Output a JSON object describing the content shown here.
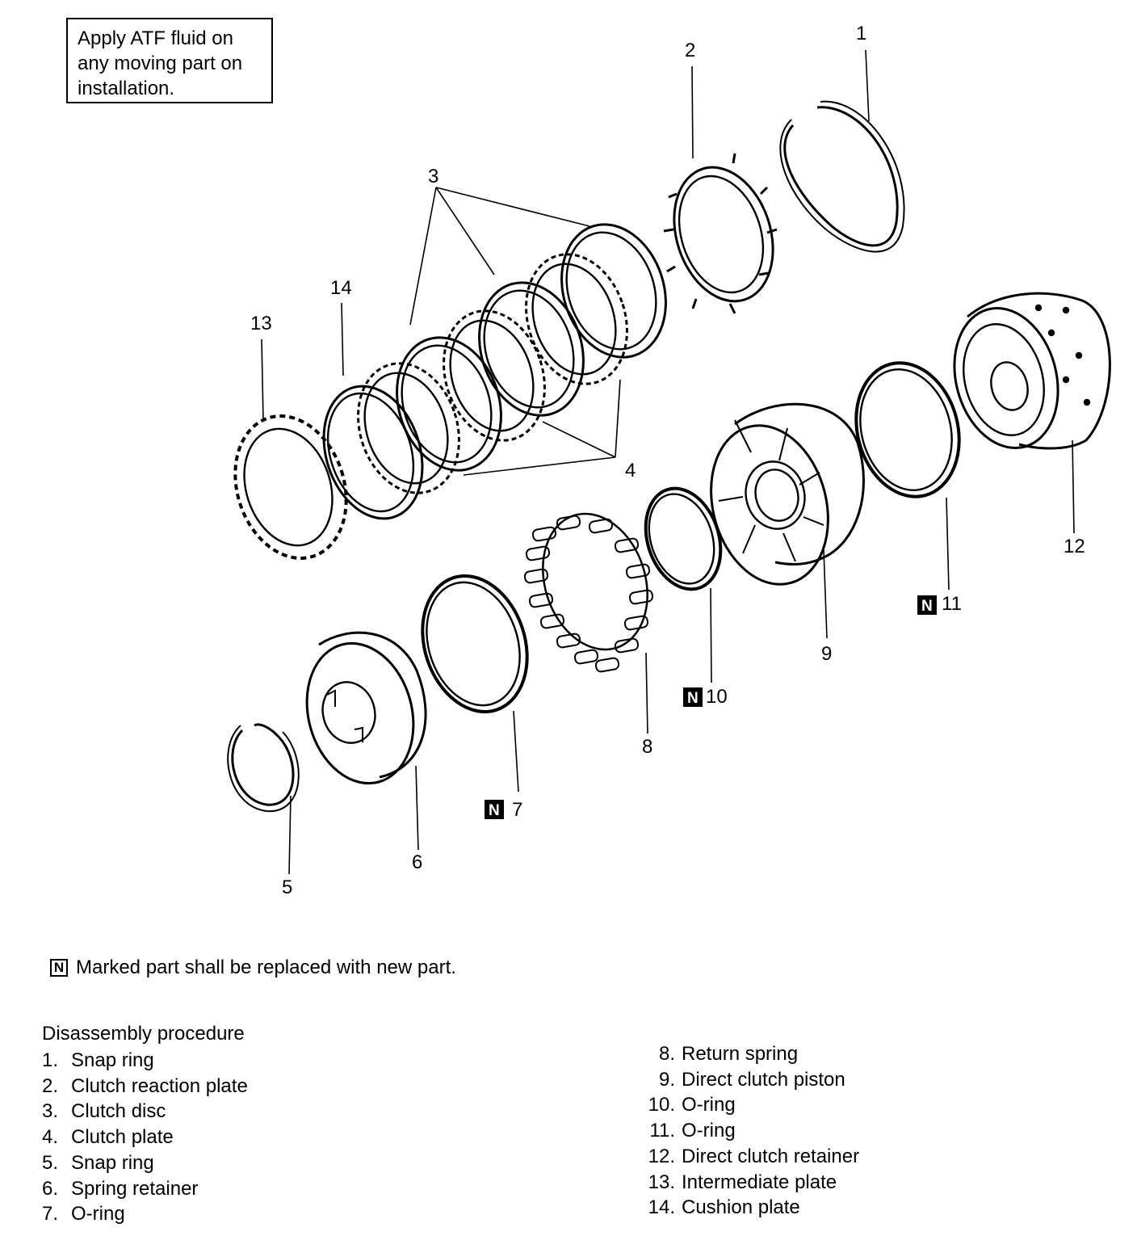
{
  "note": {
    "lines": [
      "Apply ATF fluid on",
      "any moving part on",
      "installation."
    ]
  },
  "callouts": {
    "c1": "1",
    "c2": "2",
    "c3": "3",
    "c4": "4",
    "c5": "5",
    "c6": "6",
    "c7": "7",
    "c8": "8",
    "c9": "9",
    "c10": "10",
    "c11": "11",
    "c12": "12",
    "c13": "13",
    "c14": "14"
  },
  "new_part_mark": "N",
  "legend_note": "Marked part shall be replaced with new part.",
  "procedure": {
    "title": "Disassembly procedure",
    "items": [
      {
        "num": "1.",
        "label": "Snap ring"
      },
      {
        "num": "2.",
        "label": "Clutch reaction plate"
      },
      {
        "num": "3.",
        "label": "Clutch disc"
      },
      {
        "num": "4.",
        "label": "Clutch plate"
      },
      {
        "num": "5.",
        "label": "Snap ring"
      },
      {
        "num": "6.",
        "label": "Spring retainer"
      },
      {
        "num": "7.",
        "label": "O-ring"
      },
      {
        "num": "8.",
        "label": "Return spring"
      },
      {
        "num": "9.",
        "label": "Direct clutch piston"
      },
      {
        "num": "10.",
        "label": "O-ring"
      },
      {
        "num": "11.",
        "label": "O-ring"
      },
      {
        "num": "12.",
        "label": "Direct clutch retainer"
      },
      {
        "num": "13.",
        "label": "Intermediate plate"
      },
      {
        "num": "14.",
        "label": "Cushion plate"
      }
    ]
  }
}
